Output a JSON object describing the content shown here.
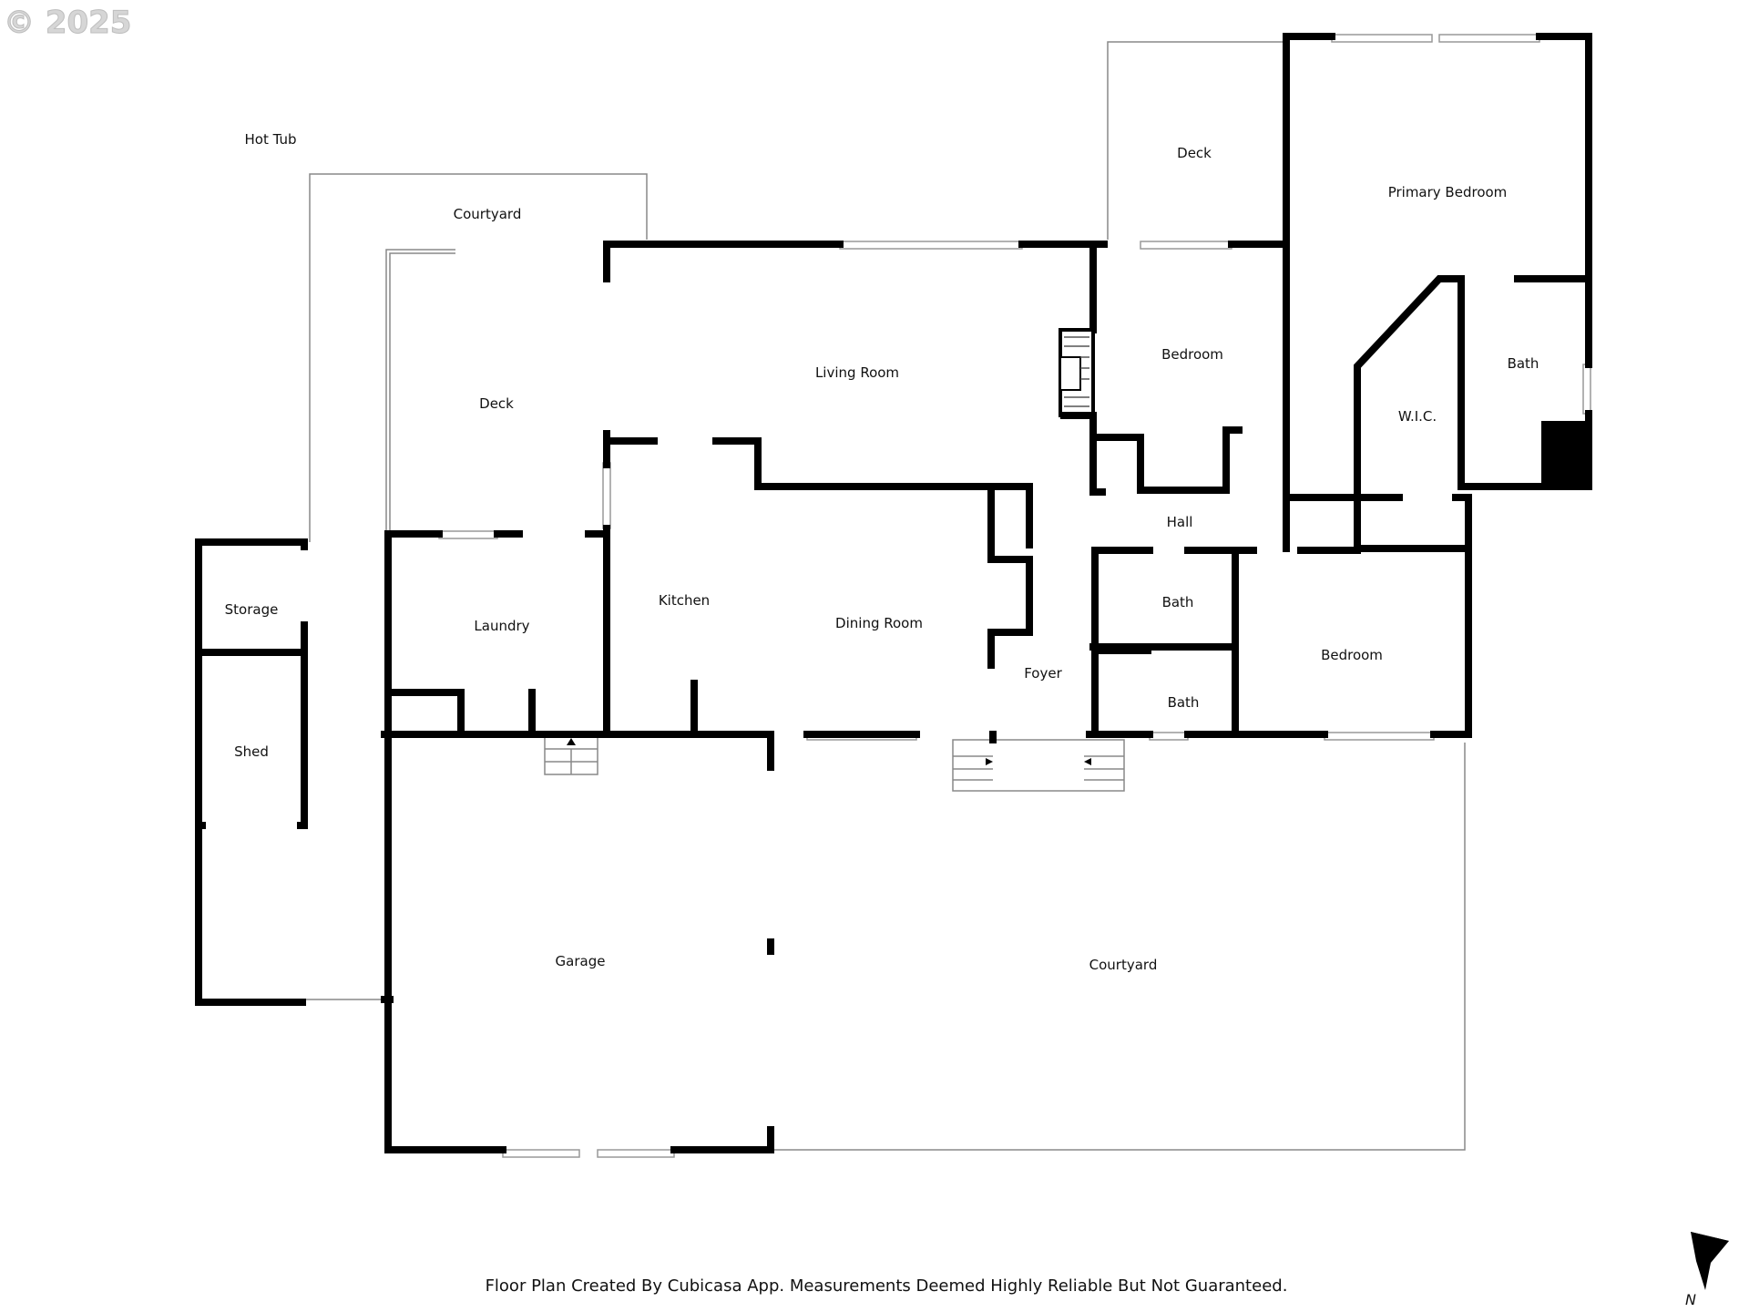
{
  "copyright": "© 2025",
  "rooms": {
    "hot_tub": "Hot Tub",
    "courtyard_north": "Courtyard",
    "deck_west": "Deck",
    "deck_north": "Deck",
    "primary_bedroom": "Primary Bedroom",
    "living_room": "Living Room",
    "bedroom_north": "Bedroom",
    "bath_primary": "Bath",
    "wic": "W.I.C.",
    "hall": "Hall",
    "storage": "Storage",
    "laundry": "Laundry",
    "kitchen": "Kitchen",
    "dining_room": "Dining Room",
    "bath_1": "Bath",
    "bedroom_south": "Bedroom",
    "foyer": "Foyer",
    "bath_2": "Bath",
    "shed": "Shed",
    "garage": "Garage",
    "courtyard_south": "Courtyard"
  },
  "footer": "Floor Plan Created By Cubicasa App. Measurements Deemed Highly Reliable But Not Guaranteed.",
  "north_label": "N",
  "colors": {
    "wall": "#000000",
    "outline": "#888888",
    "window": "#cccccc"
  }
}
